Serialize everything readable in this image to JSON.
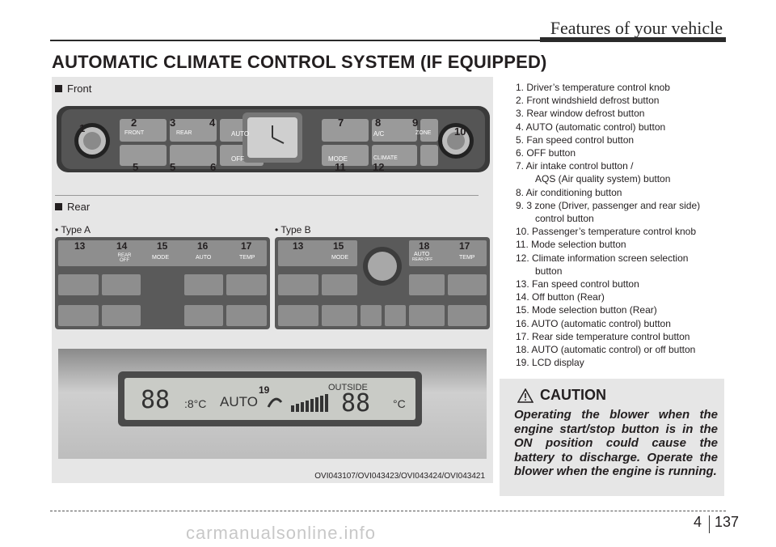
{
  "header": {
    "chapter_title": "Features of your vehicle"
  },
  "section": {
    "title": "AUTOMATIC CLIMATE CONTROL SYSTEM (IF EQUIPPED)"
  },
  "figure": {
    "front_label": "Front",
    "rear_label": "Rear",
    "type_a_label": "• Type A",
    "type_b_label": "• Type B",
    "caption": "OVI043107/OVI043423/OVI043424/OVI043421",
    "front_buttons": {
      "front": "FRONT",
      "rear": "REAR",
      "auto": "AUTO",
      "off": "OFF",
      "ac": "A/C",
      "zone": "ZONE",
      "mode": "MODE",
      "climate": "CLIMATE"
    },
    "rear_buttons": {
      "rear_off": "REAR OFF",
      "mode": "MODE",
      "auto": "AUTO",
      "temp": "TEMP",
      "auto_rear_off_1": "AUTO",
      "auto_rear_off_2": "REAR OFF"
    },
    "callouts": {
      "n1": "1",
      "n2": "2",
      "n3": "3",
      "n4": "4",
      "n5": "5",
      "n6": "6",
      "n7": "7",
      "n8": "8",
      "n9": "9",
      "n10": "10",
      "n11": "11",
      "n12": "12",
      "n13": "13",
      "n14": "14",
      "n15": "15",
      "n16": "16",
      "n17": "17",
      "n18": "18",
      "n19": "19"
    },
    "lcd": {
      "temp_left": "88",
      "unit_left": ":8°C",
      "auto": "AUTO",
      "outside": "OUTSIDE",
      "temp_right": "88",
      "unit_right": "°C"
    }
  },
  "legend": [
    {
      "text": "1. Driver’s temperature control knob"
    },
    {
      "text": "2. Front windshield defrost button"
    },
    {
      "text": "3. Rear window defrost button"
    },
    {
      "text": "4. AUTO (automatic control) button"
    },
    {
      "text": "5. Fan speed control button"
    },
    {
      "text": "6. OFF button"
    },
    {
      "text": "7. Air intake control button /",
      "sub": "AQS (Air quality system) button"
    },
    {
      "text": "8. Air conditioning button"
    },
    {
      "text": "9. 3 zone (Driver, passenger and rear side)",
      "sub": "control button"
    },
    {
      "text": "10. Passenger’s temperature control knob"
    },
    {
      "text": "11. Mode selection button"
    },
    {
      "text": "12. Climate information screen selection",
      "sub": "button"
    },
    {
      "text": "13. Fan speed control button"
    },
    {
      "text": "14. Off button (Rear)"
    },
    {
      "text": "15. Mode selection button (Rear)"
    },
    {
      "text": "16. AUTO (automatic control) button"
    },
    {
      "text": "17. Rear side temperature control button"
    },
    {
      "text": "18. AUTO (automatic control) or off button"
    },
    {
      "text": "19. LCD display"
    }
  ],
  "caution": {
    "title": "CAUTION",
    "body": "Operating the blower when the engine start/stop button is in the ON position could cause the battery to discharge. Operate the blower when the engine is running."
  },
  "footer": {
    "section_number": "4",
    "page_number": "137"
  },
  "watermark": "carmanualsonline.info"
}
